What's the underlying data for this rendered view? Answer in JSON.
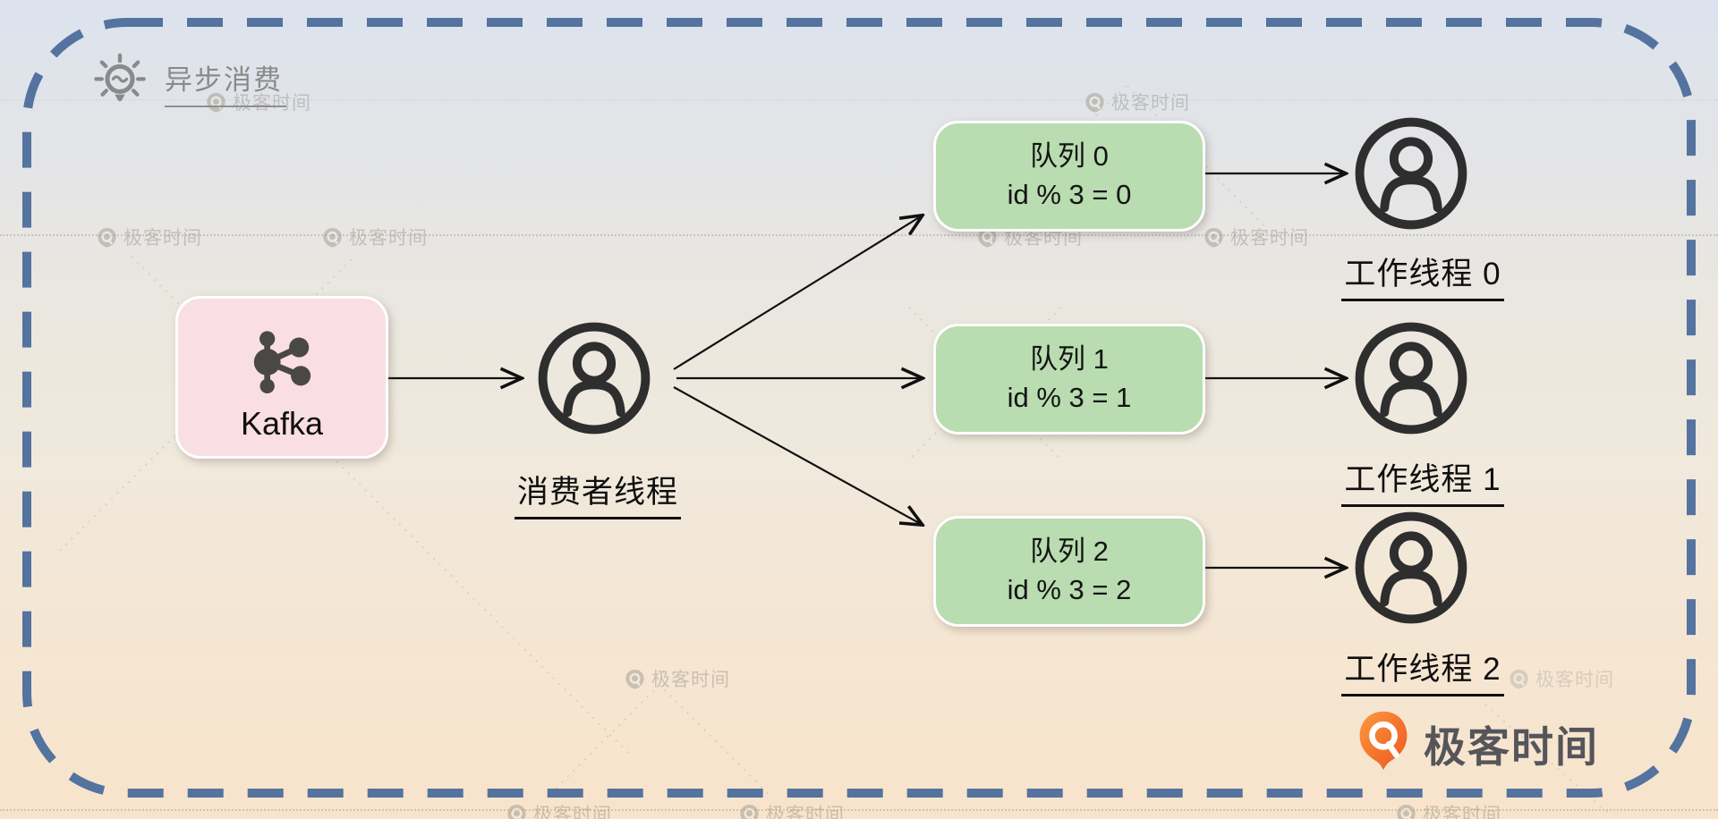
{
  "annotation": {
    "title": "异步消费"
  },
  "nodes": {
    "source": {
      "label": "Kafka"
    },
    "consumer": {
      "label": "消费者线程"
    },
    "queues": [
      {
        "title": "队列 0",
        "rule": "id % 3 = 0"
      },
      {
        "title": "队列 1",
        "rule": "id % 3 = 1"
      },
      {
        "title": "队列 2",
        "rule": "id % 3 = 2"
      }
    ],
    "workers": [
      {
        "label": "工作线程 0"
      },
      {
        "label": "工作线程 1"
      },
      {
        "label": "工作线程 2"
      }
    ]
  },
  "edges": [
    {
      "from": "Kafka",
      "to": "消费者线程"
    },
    {
      "from": "消费者线程",
      "to": "队列 0"
    },
    {
      "from": "消费者线程",
      "to": "队列 1"
    },
    {
      "from": "消费者线程",
      "to": "队列 2"
    },
    {
      "from": "队列 0",
      "to": "工作线程 0"
    },
    {
      "from": "队列 1",
      "to": "工作线程 1"
    },
    {
      "from": "队列 2",
      "to": "工作线程 2"
    }
  ],
  "watermark": {
    "text": "极客时间"
  },
  "brand": {
    "name": "极客时间"
  },
  "colors": {
    "border_dash": "#54739f",
    "queue_fill": "#b9dcb0",
    "source_fill": "#f9dee3",
    "ink": "#1a1a1a",
    "muted_gray": "#8a8a8a",
    "brand_orange": "#f4722c",
    "bg_top": "#dce3ee",
    "bg_bottom": "#f8e4cb"
  }
}
